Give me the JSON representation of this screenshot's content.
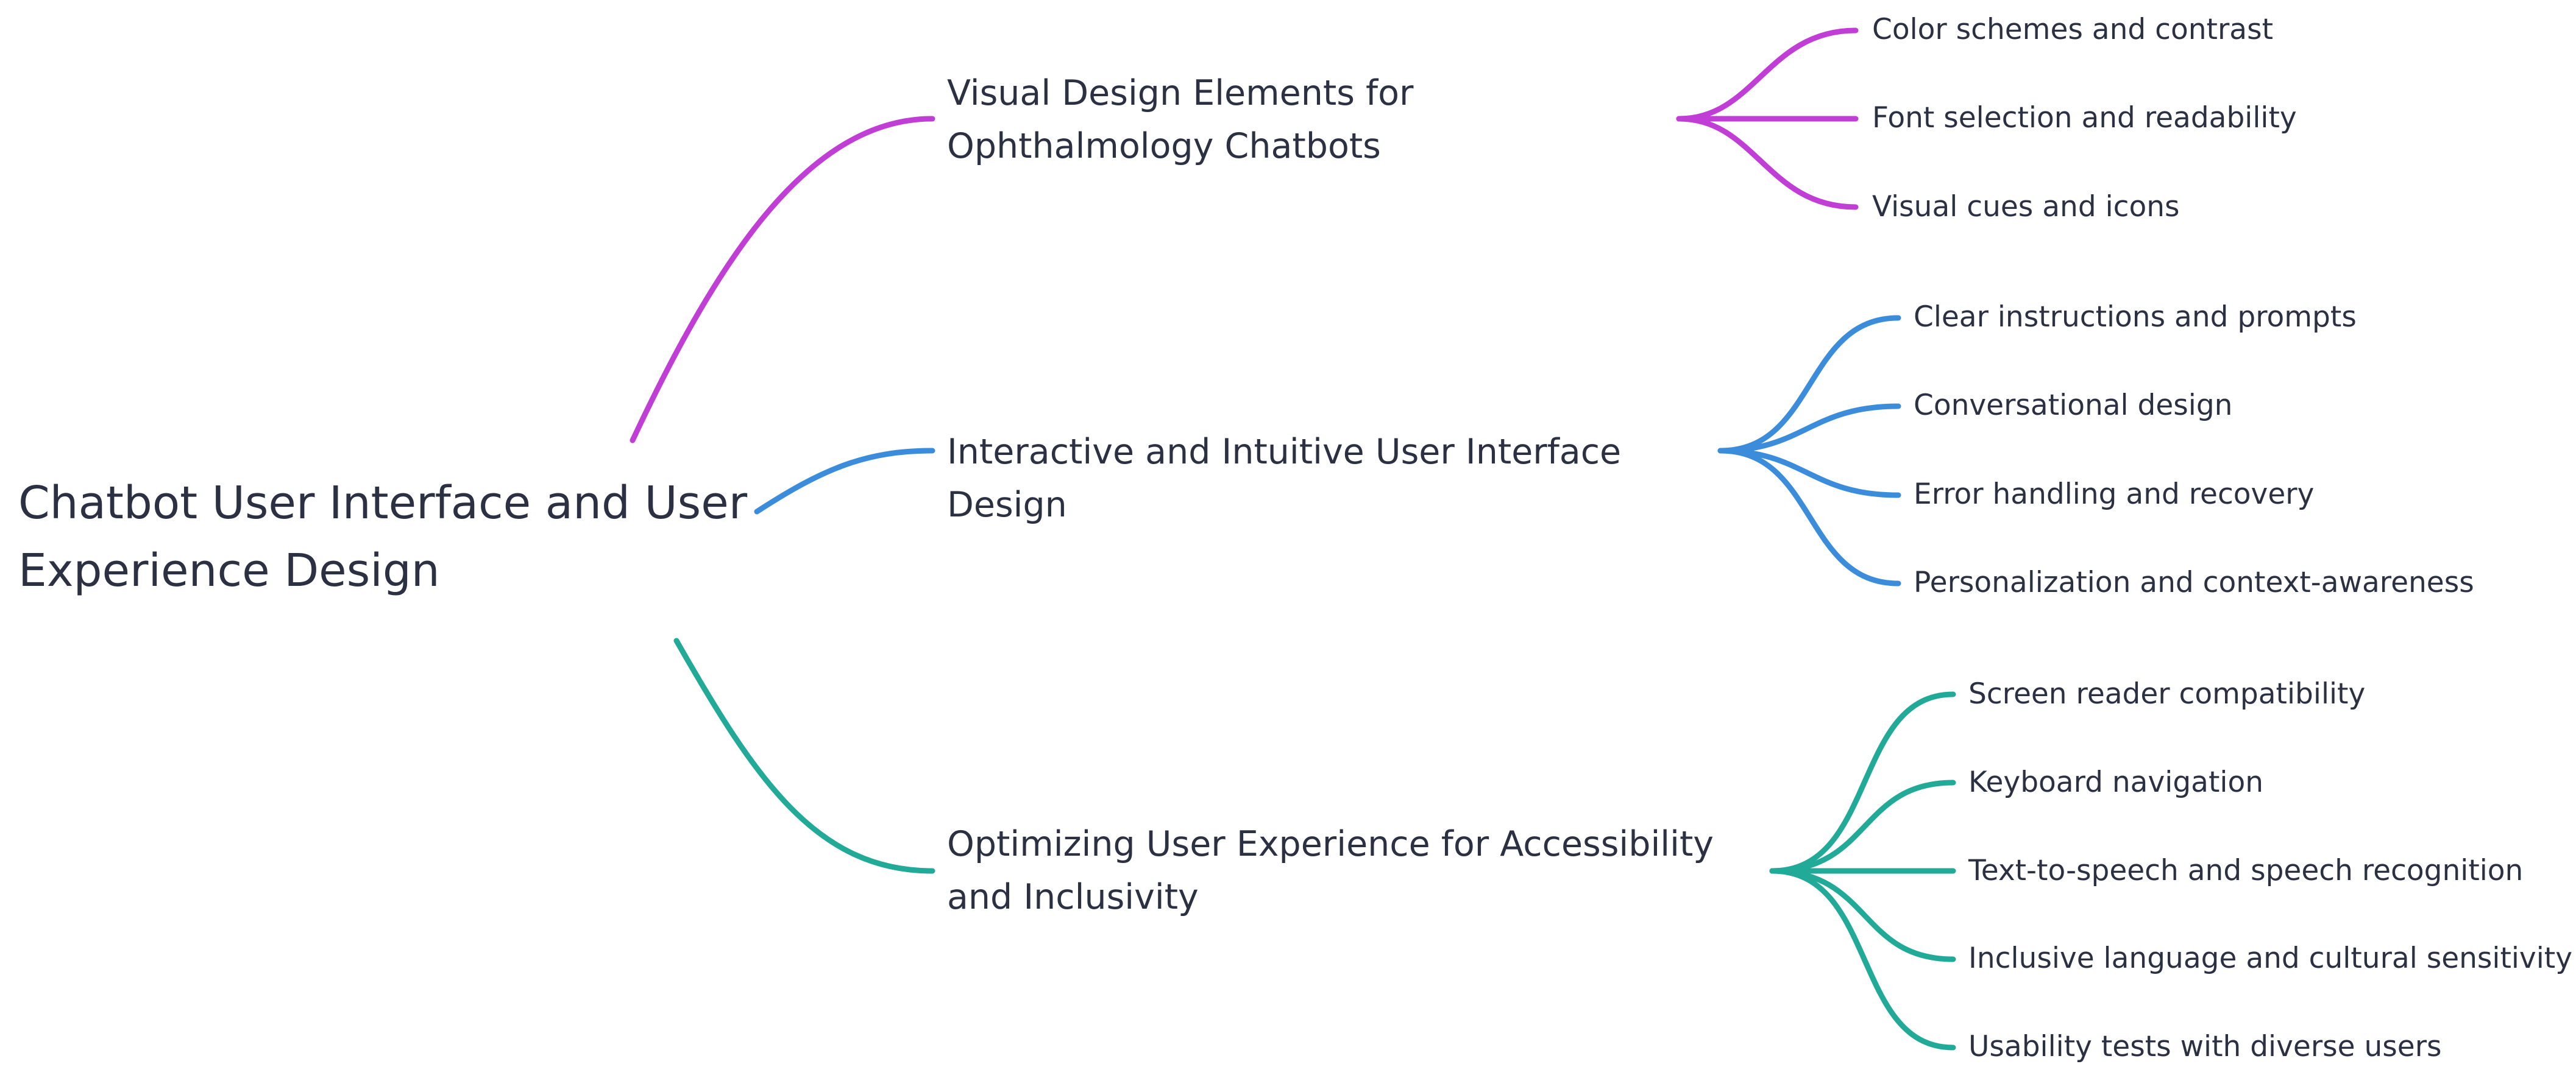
{
  "root": {
    "label": "Chatbot User Interface and User Experience Design"
  },
  "branches": [
    {
      "label": "Visual Design Elements for Ophthalmology Chatbots",
      "color": "#c13ed6",
      "children": [
        "Color schemes and contrast",
        "Font selection and readability",
        "Visual cues and icons"
      ]
    },
    {
      "label": "Interactive and Intuitive User Interface Design",
      "color": "#3b8ddb",
      "children": [
        "Clear instructions and prompts",
        "Conversational design",
        "Error handling and recovery",
        "Personalization and context-awareness"
      ]
    },
    {
      "label": "Optimizing User Experience for Accessibility and Inclusivity",
      "color": "#22aa99",
      "children": [
        "Screen reader compatibility",
        "Keyboard navigation",
        "Text-to-speech and speech recognition",
        "Inclusive language and cultural sensitivity",
        "Usability tests with diverse users"
      ]
    }
  ]
}
